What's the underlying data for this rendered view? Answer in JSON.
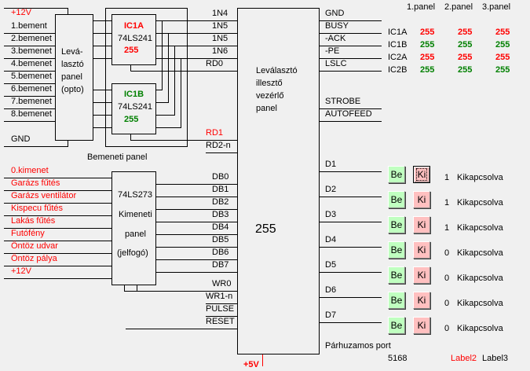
{
  "input_side": {
    "supply": "+12V",
    "inputs": [
      "1.bement",
      "2.bemenet",
      "3.bemenet",
      "4.bemenet",
      "5.bemenet",
      "6.bemenet",
      "7.bemenet",
      "8.bemenet"
    ],
    "gnd": "GND",
    "opto_panel": [
      "Levá-",
      "lasztó",
      "panel",
      "(opto)"
    ],
    "panel_label": "Bemeneti panel"
  },
  "ic1a": {
    "name": "IC1A",
    "chip": "74LS241",
    "value": "255"
  },
  "ic1b": {
    "name": "IC1B",
    "chip": "74LS241",
    "value": "255"
  },
  "bus_in": {
    "pins": [
      "1N4",
      "1N5",
      "1N5",
      "1N6",
      "RD0"
    ],
    "rd1": "RD1",
    "rd2": "RD2-n"
  },
  "central": {
    "lines": [
      "Leválasztó",
      "illesztő",
      "vezérlő",
      "panel"
    ],
    "value": "255",
    "supply": "+5V"
  },
  "right_pins": [
    "GND",
    "BUSY",
    "-ACK",
    "-PE",
    "LSLC"
  ],
  "strobe_pins": [
    "STROBE",
    "AUTOFEED"
  ],
  "status_table": {
    "headers": [
      "1.panel",
      "2.panel",
      "3.panel"
    ],
    "rows": [
      {
        "label": "IC1A",
        "values": [
          "255",
          "255",
          "255"
        ],
        "color": "#ff0000"
      },
      {
        "label": "IC1B",
        "values": [
          "255",
          "255",
          "255"
        ],
        "color": "#008000"
      },
      {
        "label": "IC2A",
        "values": [
          "255",
          "255",
          "255"
        ],
        "color": "#ff0000"
      },
      {
        "label": "IC2B",
        "values": [
          "255",
          "255",
          "255"
        ],
        "color": "#008000"
      }
    ]
  },
  "output_side": {
    "outputs": [
      "0.kimenet",
      "Garázs fűtés",
      "Garázs ventilátor",
      "Kispecu fűtés",
      "Lakás fűtés",
      "Futófény",
      "Öntöz  udvar",
      "Öntöz pálya",
      "+12V"
    ],
    "panel": [
      "74LS273",
      "Kimeneti",
      "panel",
      "(jelfogó)"
    ]
  },
  "data_bus": [
    "DB0",
    "DB1",
    "DB2",
    "DB3",
    "DB4",
    "DB5",
    "DB6",
    "DB7"
  ],
  "control_pins": [
    "WR0",
    "WR1-n",
    "PULSE",
    "RESET"
  ],
  "outputs_control": {
    "on_label": "Be",
    "off_label": "Ki",
    "rows": [
      {
        "pin": "D1",
        "value": "1",
        "status": "Kikapcsolva"
      },
      {
        "pin": "D2",
        "value": "1",
        "status": "Kikapcsolva"
      },
      {
        "pin": "D3",
        "value": "1",
        "status": "Kikapcsolva"
      },
      {
        "pin": "D4",
        "value": "0",
        "status": "Kikapcsolva"
      },
      {
        "pin": "D5",
        "value": "0",
        "status": "Kikapcsolva"
      },
      {
        "pin": "D6",
        "value": "0",
        "status": "Kikapcsolva"
      },
      {
        "pin": "D7",
        "value": "0",
        "status": "Kikapcsolva"
      }
    ]
  },
  "footer": {
    "port_label": "Párhuzamos port",
    "port_value": "5168",
    "label2": "Label2",
    "label3": "Label3"
  }
}
